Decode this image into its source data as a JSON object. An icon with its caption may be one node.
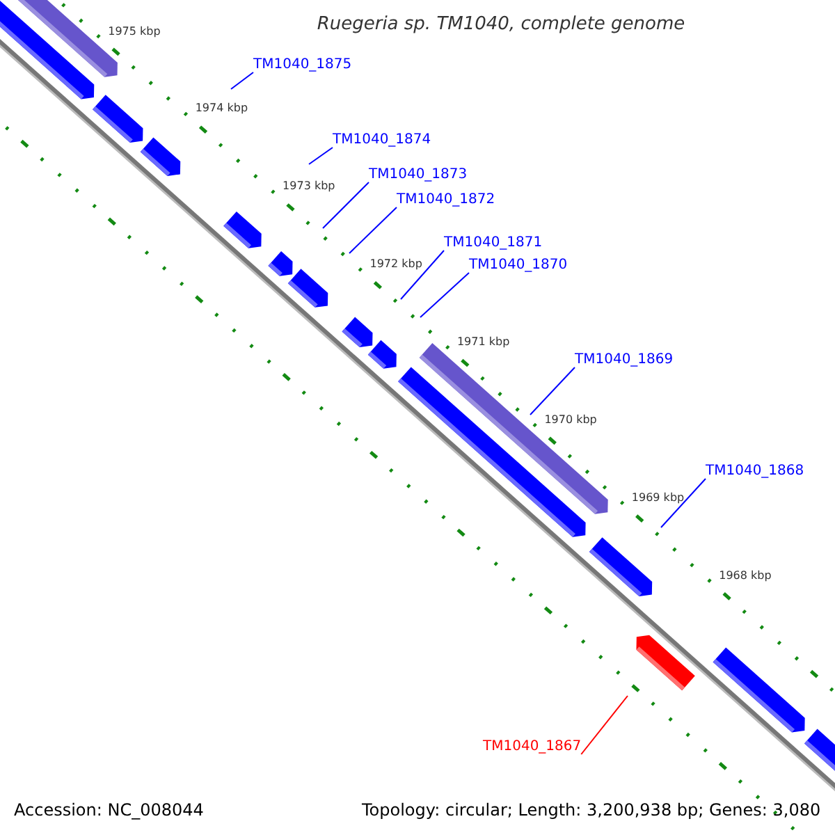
{
  "diagram": {
    "title": "Ruegeria sp. TM1040, complete genome",
    "nodes": [
      {
        "text": [
          "TM1040_1875"
        ]
      },
      {
        "text": [
          "TM1040_1874"
        ]
      },
      {
        "text": [
          "TM1040_1873"
        ]
      },
      {
        "text": [
          "TM1040_1872"
        ]
      },
      {
        "text": [
          "TM1040_1871"
        ]
      },
      {
        "text": [
          "TM1040_1870"
        ]
      },
      {
        "text": [
          "TM1040_1869"
        ]
      },
      {
        "text": [
          "TM1040_1868"
        ]
      },
      {
        "text": [
          "TM1040_1867"
        ]
      }
    ],
    "edges": [
      {
        "from": 0,
        "to": null,
        "arrow": "none"
      },
      {
        "from": 1,
        "to": null,
        "arrow": "none"
      },
      {
        "from": 2,
        "to": null,
        "arrow": "none"
      },
      {
        "from": 3,
        "to": null,
        "arrow": "none"
      },
      {
        "from": 4,
        "to": null,
        "arrow": "none"
      },
      {
        "from": 5,
        "to": null,
        "arrow": "none"
      },
      {
        "from": 6,
        "to": null,
        "arrow": "none"
      },
      {
        "from": 7,
        "to": null,
        "arrow": "none"
      },
      {
        "from": 8,
        "to": null,
        "arrow": "none",
        "color": "#ff0000"
      }
    ],
    "labels": [
      "1975 kbp",
      "1974 kbp",
      "1973 kbp",
      "1972 kbp",
      "1971 kbp",
      "1970 kbp",
      "1969 kbp",
      "1968 kbp",
      "Accession: NC_008044",
      "Topology: circular; Length: 3,200,938 bp; Genes: 3,080"
    ]
  }
}
